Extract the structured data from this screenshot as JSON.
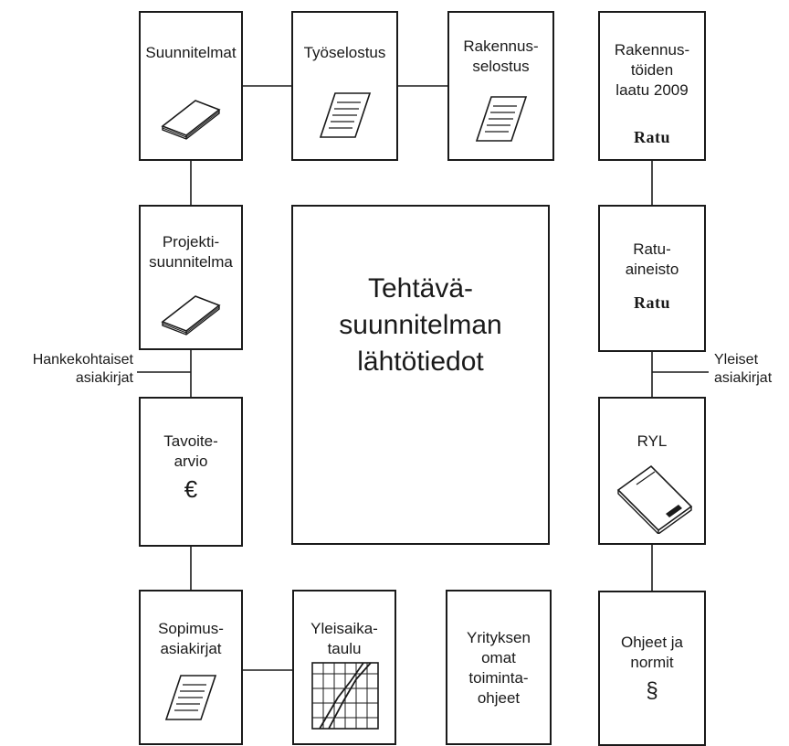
{
  "center": {
    "label": "Tehtävä-\nsuunnitelman\nlähtötiedot"
  },
  "side_labels": {
    "left": "Hankekohtaiset\nasiakirjat",
    "right": "Yleiset\nasiakirjat"
  },
  "boxes": {
    "suunnitelmat": {
      "label": "Suunnitelmat",
      "icon": "document-stack-icon"
    },
    "tyoselostus": {
      "label": "Työselostus",
      "icon": "paper-sheet-icon"
    },
    "rakennusselostus": {
      "label": "Rakennus-\nselostus",
      "icon": "paper-sheet-icon"
    },
    "rakennustoiden_laatu": {
      "label": "Rakennus-\ntöiden\nlaatu 2009",
      "badge": "Ratu"
    },
    "projektisuunnitelma": {
      "label": "Projekti-\nsuunnitelma",
      "icon": "document-stack-icon"
    },
    "ratu_aineisto": {
      "label": "Ratu-\naineisto",
      "badge": "Ratu"
    },
    "tavoitearvio": {
      "label": "Tavoite-\narvio",
      "symbol": "€"
    },
    "ryl": {
      "label": "RYL",
      "icon": "booklet-icon"
    },
    "sopimusasiakirjat": {
      "label": "Sopimus-\nasiakirjat",
      "icon": "paper-sheet-icon"
    },
    "yleisaikataulu": {
      "label": "Yleisaika-\ntaulu",
      "icon": "schedule-chart-icon"
    },
    "yrityksen_ohjeet": {
      "label": "Yrityksen\nomat\ntoiminta-\nohjeet"
    },
    "ohjeet_normit": {
      "label": "Ohjeet ja\nnormit",
      "symbol": "§"
    }
  }
}
